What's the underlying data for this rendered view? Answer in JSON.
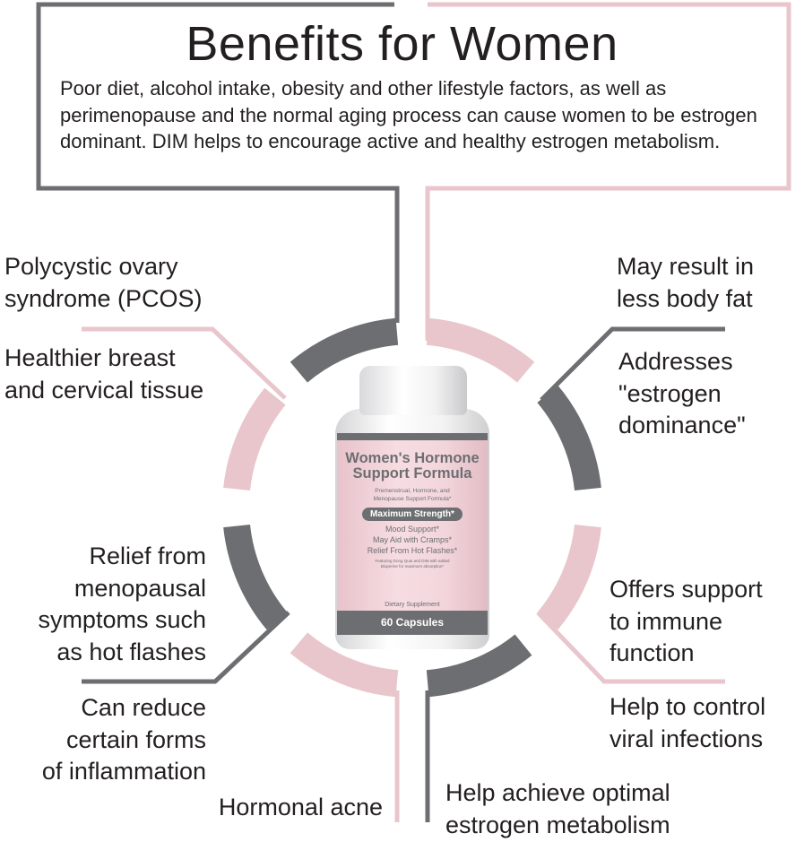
{
  "header": {
    "title": "Benefits for Women",
    "intro": "Poor diet, alcohol intake, obesity and other lifestyle factors, as well as perimenopause and the normal aging process can cause women to be estrogen dominant. DIM helps to encourage active and healthy estrogen metabolism."
  },
  "benefits": {
    "pcos": [
      "Polycystic ovary",
      "syndrome (PCOS)"
    ],
    "breast": [
      "Healthier breast",
      "and cervical tissue"
    ],
    "menopause": [
      "Relief from",
      "menopausal",
      "symptoms such",
      "as hot flashes"
    ],
    "inflammation": [
      "Can reduce",
      "certain forms",
      "of inflammation"
    ],
    "acne": [
      "Hormonal acne"
    ],
    "body_fat": [
      "May result in",
      "less body fat"
    ],
    "estrogen_dominance": [
      "Addresses",
      "\"estrogen",
      "dominance\""
    ],
    "immune": [
      "Offers support",
      "to immune",
      "function"
    ],
    "viral": [
      "Help to control",
      "viral infections"
    ],
    "metabolism": [
      "Help achieve optimal",
      "estrogen metabolism"
    ]
  },
  "bottle": {
    "title_line1": "Women's Hormone",
    "title_line2": "Support Formula",
    "subtitle_line1": "Premenstrual, Hormone, and",
    "subtitle_line2": "Menopause Support Formula*",
    "badge": "Maximum Strength*",
    "features": [
      "Mood Support*",
      "May Aid with Cramps*",
      "Relief From Hot Flashes*"
    ],
    "fine_print_line1": "Featuring Dong Quai and DIM with added",
    "fine_print_line2": "Bioperine for maximum absorption*",
    "type": "Dietary Supplement",
    "count": "60 Capsules"
  },
  "colors": {
    "gray": "#6d6e71",
    "pink": "#e8c6cc",
    "text": "#231f20"
  }
}
